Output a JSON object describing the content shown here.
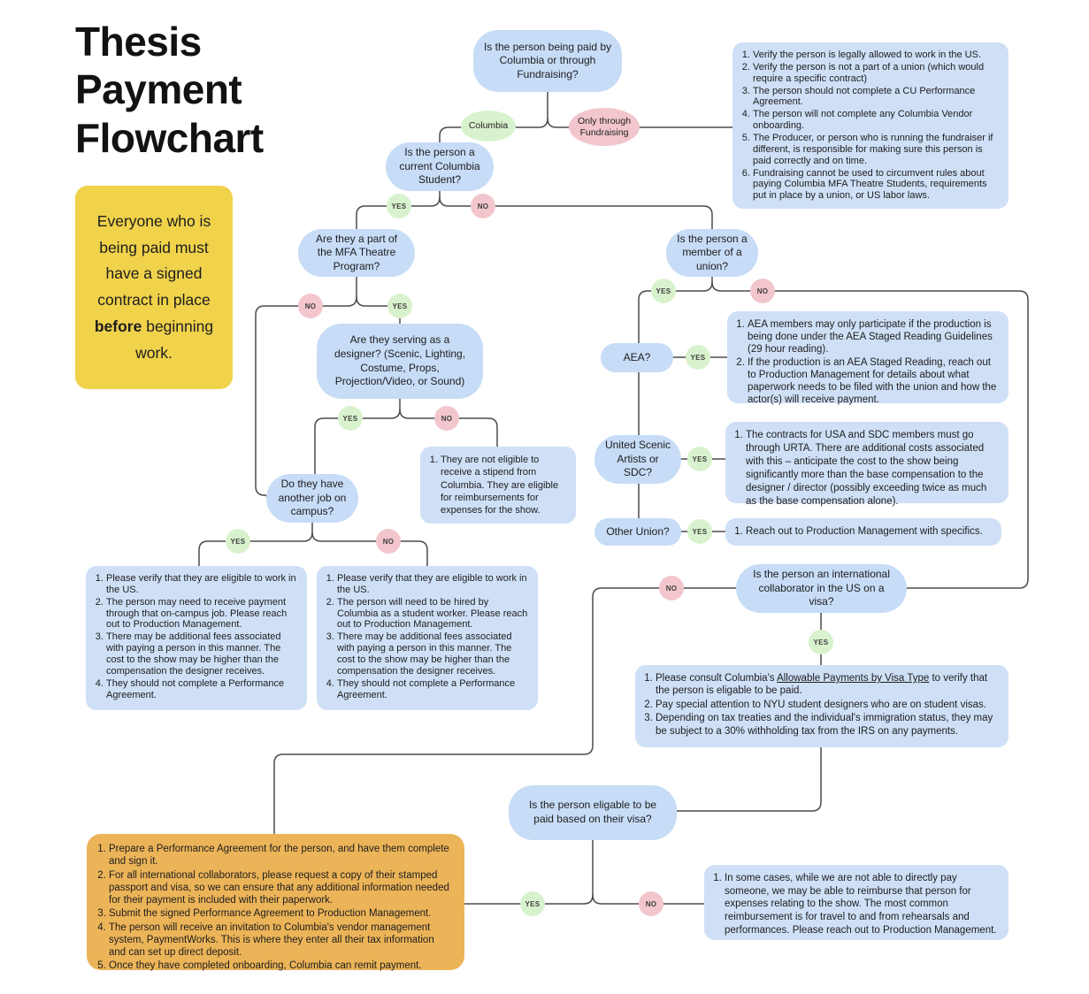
{
  "title": "Thesis Payment Flowchart",
  "note": {
    "before_text": "Everyone who is being paid must have a signed contract in place ",
    "bold_text": "before",
    "after_text": " beginning work."
  },
  "labels": {
    "yes": "YES",
    "no": "NO",
    "columbia": "Columbia",
    "only_fundraising": "Only through Fundraising"
  },
  "questions": {
    "paid": "Is the person being paid by Columbia or through Fundraising?",
    "student": "Is the person a current Columbia Student?",
    "mfa": "Are they a part of the MFA Theatre Program?",
    "union": "Is the person a member of a union?",
    "designer": "Are they serving as a designer? (Scenic, Lighting, Costume, Props, Projection/Video, or Sound)",
    "aea": "AEA?",
    "usa_sdc": "United Scenic Artists or SDC?",
    "other_union": "Other Union?",
    "campus_job": "Do they have another job on campus?",
    "international": "Is the person an international collaborator in the US on a visa?",
    "visa_eligable": "Is the person eligable to be paid based on their visa?"
  },
  "boxes": {
    "fundraising": {
      "items": [
        "Verify the person is legally allowed to work in the US.",
        "Verify the person is not a part of a union (which would require a specific contract)",
        "The person should not complete a CU Performance Agreement.",
        "The person will not complete any Columbia Vendor onboarding.",
        "The Producer, or person who is running the fundraiser if different, is responsible for making sure this person is paid correctly and on time.",
        "Fundraising cannot be used to circumvent rules about paying Columbia MFA Theatre Students, requirements put in place by a union, or US labor laws."
      ]
    },
    "aea": {
      "items": [
        "AEA members may only participate if the production is being done under the AEA Staged Reading Guidelines (29 hour reading).",
        "If the production is an AEA Staged Reading, reach out to Production Management for details about what paperwork needs to be filed with the union and how the actor(s) will receive payment."
      ]
    },
    "usa_sdc": {
      "items": [
        "The contracts for USA and SDC members must go through URTA. There are additional costs associated with this – anticipate the cost to the show being significantly more than the base compensation to the designer / director (possibly exceeding twice as much as the base compensation alone)."
      ]
    },
    "other_union": {
      "items": [
        "Reach out to Production Management with specifics."
      ]
    },
    "stipend": {
      "items": [
        "They are not eligible to receive a stipend from Columbia. They are eligible for reimbursements for expenses for the show."
      ]
    },
    "campus_yes": {
      "items": [
        "Please verify that they are eligible to work in the US.",
        "The person may need to receive payment through that on-campus job. Please reach out to Production Management.",
        "There may be additional fees associated with paying a person in this manner. The cost to the show may be higher than the compensation the designer receives.",
        "They should not complete a Performance Agreement."
      ]
    },
    "campus_no": {
      "items": [
        "Please verify that they are eligible to work in the US.",
        "The person will need to be hired by Columbia as a student worker. Please reach out to Production Management.",
        "There may be additional fees associated with paying a person in this manner. The cost to the show may be higher than the compensation the designer receives.",
        "They should not complete a Performance Agreement."
      ]
    },
    "visa": {
      "item1_pre": "Please consult Columbia's ",
      "item1_link": "Allowable Payments by Visa Type",
      "item1_post": " to verify that the person is eligable to be paid.",
      "item2": "Pay special attention to NYU student designers who are on student visas.",
      "item3": "Depending on tax treaties and the individual's immigration status, they may be subject to a 30% withholding tax from the IRS on any payments."
    },
    "orange": {
      "items": [
        "Prepare a Performance Agreement for the person, and have them complete and sign it.",
        "For all international collaborators, please request a copy of their stamped passport and visa, so we can ensure that any additional information needed for their payment is included with their paperwork.",
        "Submit the signed Performance Agreement to Production Management.",
        "The person will receive an invitation to Columbia's vendor management system, PaymentWorks. This is where they enter all their tax information and can set up direct deposit.",
        "Once they have completed onboarding, Columbia can remit payment."
      ]
    },
    "reimburse": {
      "items": [
        "In some cases, while we are not able to directly pay someone, we may be able to reimburse that person for expenses relating to the show. The most common reimbursement is for travel to and from rehearsals and performances. Please reach out to Production Management."
      ]
    }
  },
  "colors": {
    "node_blue": "#c7dcf6",
    "info_blue": "#cfe0f6",
    "yes_green": "#d9f2ce",
    "no_pink": "#f2c6cc",
    "note_yellow": "#f0d24b",
    "action_orange": "#ecb458",
    "line": "#4b4b4b"
  }
}
